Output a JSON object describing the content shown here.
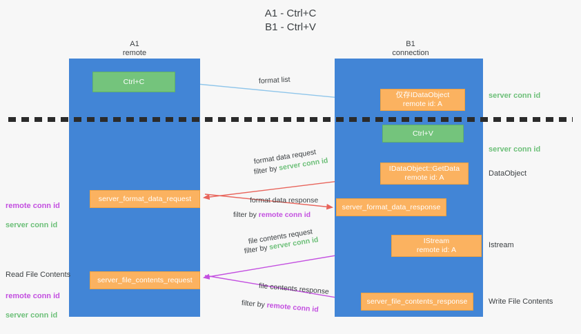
{
  "title": "A1 - Ctrl+C\nB1 - Ctrl+V",
  "colors": {
    "lane": "#4285d6",
    "green_box": "#74c47c",
    "orange_box": "#fbb260",
    "server_conn_id": "#6cbf78",
    "remote_conn_id": "#c34fe0",
    "background": "#f7f7f7",
    "text": "#3c4043",
    "format_list_arrow": "#8ec5ea",
    "format_data_arrow": "#e8635a",
    "file_contents_arrow": "#c34fe0",
    "internal_arrow": "#1a1a1a",
    "divider": "#2b2b2b"
  },
  "lanes": [
    {
      "id": "a1",
      "title": "A1\nremote"
    },
    {
      "id": "b1",
      "title": "B1\nconnection"
    }
  ],
  "nodes": {
    "ctrl_c": "Ctrl+C",
    "idataobject": "仅存IDataObject\nremote id: A",
    "ctrl_v": "Ctrl+V",
    "getdata": "IDataObject::GetData\nremote id: A",
    "server_format_data_request": "server_format_data_request",
    "server_format_data_response": "server_format_data_response",
    "istream": "IStream\nremote id: A",
    "server_file_contents_request": "server_file_contents_request",
    "server_file_contents_response": "server_file_contents_response"
  },
  "edge_labels": {
    "format_list": "format list",
    "format_data_request": "format data request",
    "format_data_request_filter_prefix": "filter by ",
    "format_data_request_filter_key": "server conn id",
    "format_data_response": "format data response",
    "format_data_response_filter_prefix": "filter by ",
    "format_data_response_filter_key": "remote conn id",
    "file_contents_request": "file contents request",
    "file_contents_request_filter_prefix": "filter by ",
    "file_contents_request_filter_key": "server conn id",
    "file_contents_response": "file contents response",
    "file_contents_response_filter_prefix": "filter by ",
    "file_contents_response_filter_key": "remote conn id"
  },
  "right_annotations": {
    "server_conn_id_top": "server conn id",
    "server_conn_id_mid": "server conn id",
    "dataobject": "DataObject",
    "istream": "Istream",
    "write_file_contents": "Write File Contents"
  },
  "left_annotations": {
    "remote_conn_id_1": "remote conn id",
    "server_conn_id_1": "server conn id",
    "read_file_contents": "Read File Contents",
    "remote_conn_id_2": "remote conn id",
    "server_conn_id_2": "server conn id"
  }
}
